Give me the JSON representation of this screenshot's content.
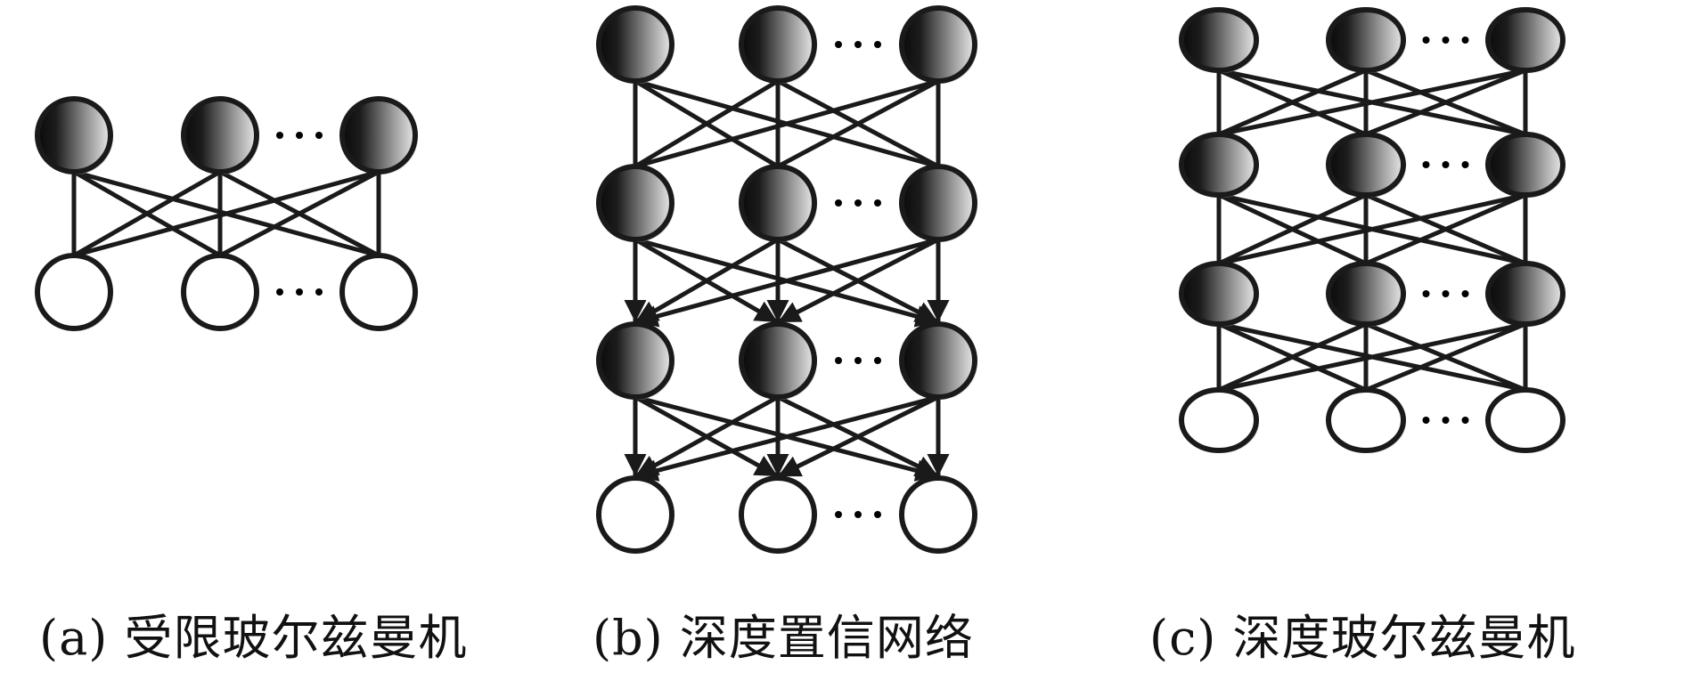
{
  "panels": [
    {
      "id": "a",
      "caption": "(a) 受限玻尔兹曼机",
      "layers": [
        "hidden",
        "visible"
      ],
      "edges": [
        "undirected"
      ],
      "ellipsis": "· · ·"
    },
    {
      "id": "b",
      "caption": "(b) 深度置信网络",
      "layers": [
        "hidden",
        "hidden",
        "hidden",
        "visible"
      ],
      "edges": [
        "undirected",
        "directed-down",
        "directed-down"
      ],
      "ellipsis": "· · ·"
    },
    {
      "id": "c",
      "caption": "(c) 深度玻尔兹曼机",
      "layers": [
        "hidden",
        "hidden",
        "hidden",
        "visible"
      ],
      "edges": [
        "undirected",
        "undirected",
        "undirected"
      ],
      "ellipsis": "· · ·"
    }
  ],
  "colors": {
    "stroke": "#1a1a1a",
    "shade_dark": "#0a0a0a",
    "shade_light": "#e8e8e8",
    "visible_fill": "#ffffff"
  }
}
